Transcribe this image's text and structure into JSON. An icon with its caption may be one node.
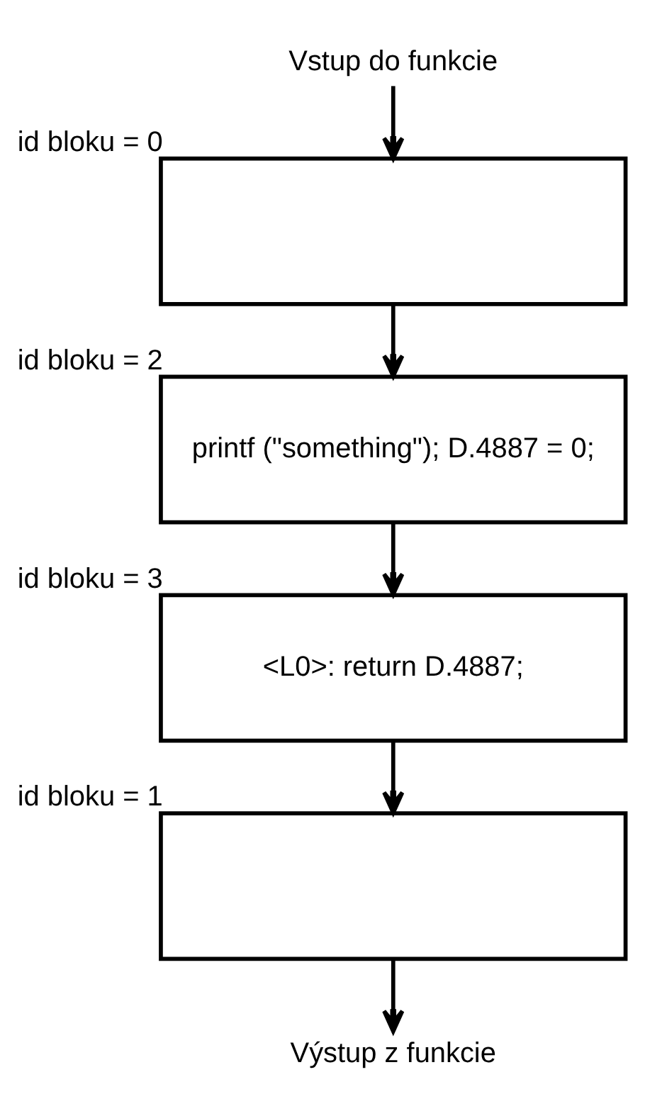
{
  "diagram": {
    "nodes": [
      {
        "text": [
          "Vstup do funkcie"
        ]
      },
      {
        "text": [],
        "shape": "box",
        "beside": [
          "id bloku = 0"
        ]
      },
      {
        "text": [
          "printf (\"something\"); D.4887 = 0;"
        ],
        "beside": [
          "id bloku = 2"
        ]
      },
      {
        "text": [
          "<L0>: return D.4887;"
        ],
        "beside": [
          "id bloku = 3"
        ]
      },
      {
        "text": [],
        "shape": "box",
        "beside": [
          "id bloku = 1"
        ]
      },
      {
        "text": [
          "Výstup z funkcie"
        ]
      }
    ],
    "edges": [
      {
        "from": 0,
        "to": 1,
        "arrow": "to"
      },
      {
        "from": 1,
        "to": 2,
        "arrow": "to"
      },
      {
        "from": 2,
        "to": 3,
        "arrow": "to"
      },
      {
        "from": 3,
        "to": 4,
        "arrow": "to"
      },
      {
        "from": 4,
        "to": 5,
        "arrow": "to"
      }
    ]
  }
}
